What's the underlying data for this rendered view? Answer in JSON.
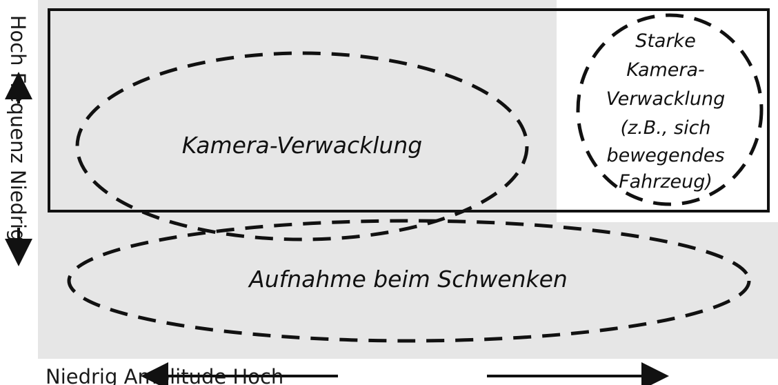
{
  "colors": {
    "region": "#e6e6e6",
    "frame": "#111111",
    "dashes": "#111111",
    "background": "#ffffff"
  },
  "regions": {
    "camera_shake": "Kamera-Verwacklung",
    "panning": "Aufnahme beim Schwenken",
    "strong_shake": {
      "lines": [
        "Starke",
        "Kamera-",
        "Verwacklung",
        "(z.B., sich",
        "bewegendes",
        "Fahrzeug)"
      ]
    }
  },
  "axes": {
    "y_label": "Hoch Frequenz Niedrig",
    "x_label": "Niedrig Amplitude Hoch"
  }
}
